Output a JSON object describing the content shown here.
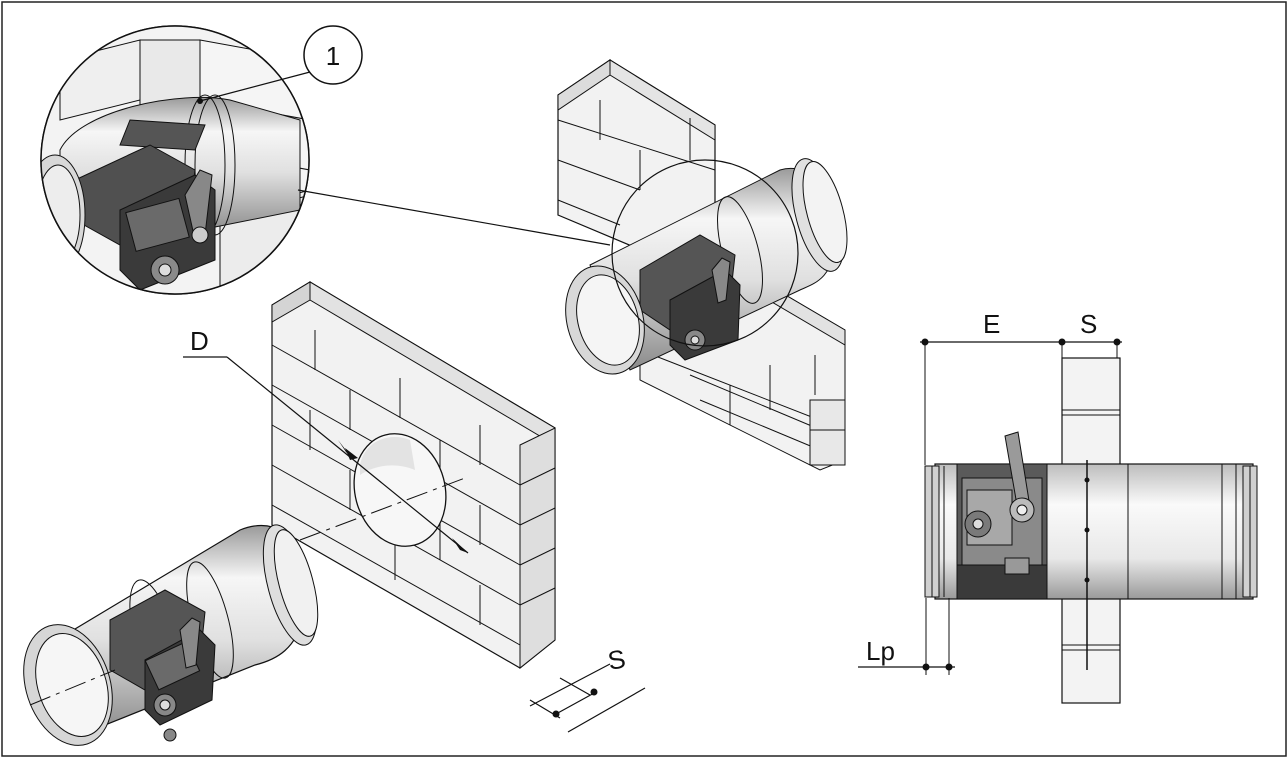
{
  "labels": {
    "callout_number": "1",
    "diameter": "D",
    "wall_thickness_left": "S",
    "dim_E": "E",
    "dim_S_right": "S",
    "dim_Lp": "Lp"
  },
  "colors": {
    "line": "#111111",
    "brick_face": "#f2f2f2",
    "brick_top": "#e2e2e2",
    "brick_side": "#d2d2d2",
    "metal_light": "#f4f4f4",
    "metal_mid": "#c8c8c8",
    "metal_dark": "#7a7a7a",
    "actuator_dark": "#3d3d3d",
    "actuator_mid": "#6a6a6a"
  },
  "icons": [
    "fire-damper-illustration",
    "brick-wall-illustration",
    "magnifier-circle"
  ]
}
